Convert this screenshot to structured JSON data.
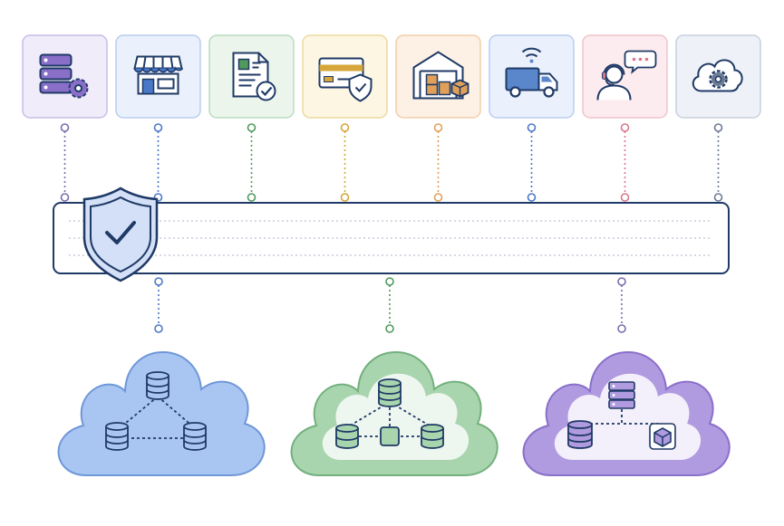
{
  "diagram": {
    "title": "",
    "colors": {
      "navy": "#1f3a66",
      "bus_fill": "#ffffff",
      "shield_fill": "#d3e0f7",
      "shield_inner": "#ffffff",
      "dotted": "#aab4c8"
    },
    "services": [
      {
        "id": "server-config",
        "icon": "server-gear-icon",
        "label": "",
        "fill": "#f1ecfa",
        "border": "#c8bce6",
        "accent": "#8a6fc9",
        "dot": "#7b6cb0"
      },
      {
        "id": "storefront",
        "icon": "storefront-icon",
        "label": "",
        "fill": "#eaf1fc",
        "border": "#b9cdee",
        "accent": "#4a78c8",
        "dot": "#4a78c8"
      },
      {
        "id": "document-approval",
        "icon": "document-check-icon",
        "label": "",
        "fill": "#ebf5ec",
        "border": "#b9dcbf",
        "accent": "#4f9a5c",
        "dot": "#4f9a5c"
      },
      {
        "id": "payment-security",
        "icon": "card-shield-icon",
        "label": "",
        "fill": "#fdf6e3",
        "border": "#ecd9a0",
        "accent": "#d6a63a",
        "dot": "#d6a63a"
      },
      {
        "id": "warehouse",
        "icon": "warehouse-icon",
        "label": "",
        "fill": "#fdf0e4",
        "border": "#f0cfa9",
        "accent": "#e0a05a",
        "dot": "#e0a05a"
      },
      {
        "id": "delivery",
        "icon": "delivery-truck-icon",
        "label": "",
        "fill": "#eaf1fc",
        "border": "#b9cdee",
        "accent": "#5a86cc",
        "dot": "#4a78c8"
      },
      {
        "id": "customer-support",
        "icon": "headset-agent-icon",
        "label": "",
        "fill": "#fcecef",
        "border": "#eec3cb",
        "accent": "#d9788a",
        "dot": "#d9788a"
      },
      {
        "id": "cloud-settings",
        "icon": "cloud-gear-icon",
        "label": "",
        "fill": "#eef2f8",
        "border": "#c7d0de",
        "accent": "#6a7a93",
        "dot": "#6a7a93"
      }
    ],
    "bus": {
      "icon": "shield-check-icon",
      "label": ""
    },
    "clouds": [
      {
        "id": "blue-cloud",
        "icon": "cloud-icon",
        "label": "",
        "fill": "#a9c6f2",
        "border": "#6f97d8",
        "inner": "#a9c6f2",
        "accent": "#4a78c8",
        "dot": "#4a78c8",
        "nodes": [
          "database",
          "database",
          "database"
        ]
      },
      {
        "id": "green-cloud",
        "icon": "cloud-icon",
        "label": "",
        "fill": "#a8d5ae",
        "border": "#73b07d",
        "inner": "#eef7ef",
        "accent": "#4f9a5c",
        "dot": "#4f9a5c",
        "nodes": [
          "database",
          "database",
          "node",
          "database"
        ]
      },
      {
        "id": "purple-cloud",
        "icon": "cloud-icon",
        "label": "",
        "fill": "#b09ae0",
        "border": "#8a6fc9",
        "inner": "#f3effb",
        "accent": "#7a5fbf",
        "dot": "#7b6cb0",
        "nodes": [
          "server",
          "database",
          "cube"
        ]
      }
    ]
  }
}
